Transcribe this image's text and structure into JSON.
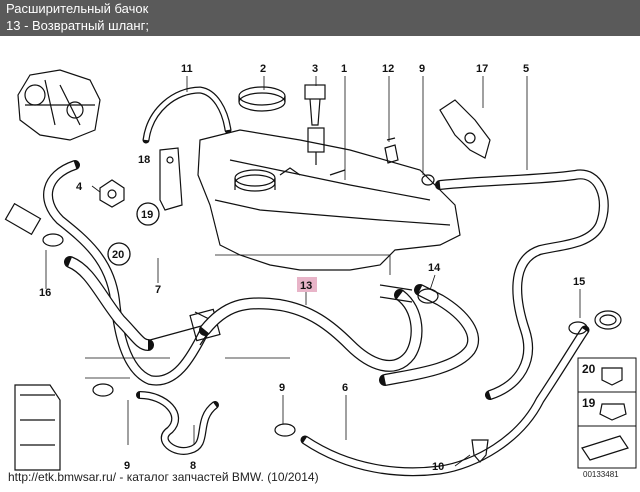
{
  "header": {
    "title": "Расширительный бачок",
    "subtitle": "13 - Возвратный шланг;"
  },
  "callouts": {
    "n1": "1",
    "n2": "2",
    "n3": "3",
    "n4": "4",
    "n5": "5",
    "n6": "6",
    "n7": "7",
    "n8": "8",
    "n9a": "9",
    "n9b": "9",
    "n9c": "9",
    "n10": "10",
    "n11": "11",
    "n12": "12",
    "n13": "13",
    "n14": "14",
    "n15": "15",
    "n16": "16",
    "n17": "17",
    "n18": "18",
    "n19": "19",
    "n20": "20"
  },
  "legend": {
    "a": "20",
    "b": "19"
  },
  "footer": "http://etk.bmwsar.ru/ - каталог запчастей BMW. (10/2014)",
  "ref_code": "00133481",
  "colors": {
    "header_bg": "#5a5a5a",
    "highlight": "#e8b4c8",
    "line": "#111111"
  }
}
